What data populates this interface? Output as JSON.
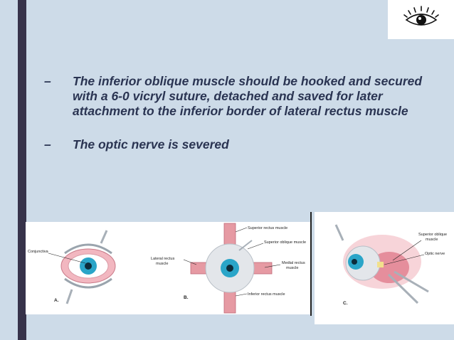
{
  "slide": {
    "bullets": [
      {
        "marker": "–",
        "text": "The inferior oblique muscle should be hooked and secured with a 6-0 vicryl suture, detached and saved for later attachment to the inferior border of lateral rectus muscle"
      },
      {
        "marker": "–",
        "text": "The optic nerve is severed"
      }
    ]
  },
  "figure": {
    "labels": {
      "conjunctiva": "Conjunctiva",
      "panel_a": "A.",
      "superior_rectus": "Superior rectus muscle",
      "superior_oblique": "Superior oblique muscle",
      "lateral_rectus_1": "Lateral rectus",
      "lateral_rectus_2": "muscle",
      "medial_rectus_1": "Medial rectus",
      "medial_rectus_2": "muscle",
      "inferior_rectus": "Inferior rectus muscle",
      "panel_b": "B.",
      "c_superior_oblique_1": "Superior oblique",
      "c_superior_oblique_2": "muscle",
      "optic_nerve": "Optic nerve",
      "panel_c": "C."
    }
  },
  "logo": {
    "icon": "eye-icon"
  }
}
